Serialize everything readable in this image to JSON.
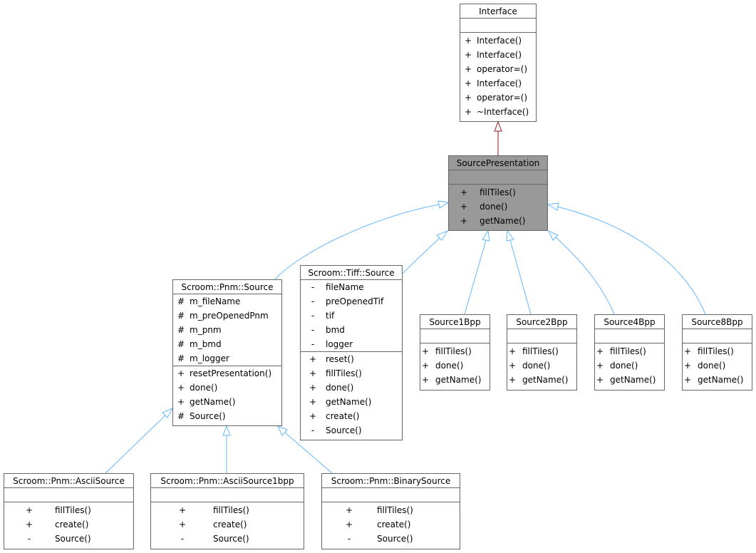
{
  "colors": {
    "inheritance_edge": "#63b8ff",
    "interface_edge": "#8b1a1a",
    "node_border": "#666666",
    "highlight_fill": "#999999"
  },
  "nodes": {
    "interface": {
      "title": "Interface",
      "members": [],
      "methods": [
        {
          "vis": "+",
          "name": "Interface()"
        },
        {
          "vis": "+",
          "name": "Interface()"
        },
        {
          "vis": "+",
          "name": "operator=()"
        },
        {
          "vis": "+",
          "name": "Interface()"
        },
        {
          "vis": "+",
          "name": "operator=()"
        },
        {
          "vis": "+",
          "name": "~Interface()"
        }
      ]
    },
    "source_presentation": {
      "title": "SourcePresentation",
      "members": [],
      "methods": [
        {
          "vis": "+",
          "name": "fillTiles()"
        },
        {
          "vis": "+",
          "name": "done()"
        },
        {
          "vis": "+",
          "name": "getName()"
        }
      ]
    },
    "pnm_source": {
      "title": "Scroom::Pnm::Source",
      "members": [
        {
          "vis": "#",
          "name": "m_fileName"
        },
        {
          "vis": "#",
          "name": "m_preOpenedPnm"
        },
        {
          "vis": "#",
          "name": "m_pnm"
        },
        {
          "vis": "#",
          "name": "m_bmd"
        },
        {
          "vis": "#",
          "name": "m_logger"
        }
      ],
      "methods": [
        {
          "vis": "+",
          "name": "resetPresentation()"
        },
        {
          "vis": "+",
          "name": "done()"
        },
        {
          "vis": "+",
          "name": "getName()"
        },
        {
          "vis": "#",
          "name": "Source()"
        }
      ]
    },
    "tiff_source": {
      "title": "Scroom::Tiff::Source",
      "members": [
        {
          "vis": "-",
          "name": "fileName"
        },
        {
          "vis": "-",
          "name": "preOpenedTif"
        },
        {
          "vis": "-",
          "name": "tif"
        },
        {
          "vis": "-",
          "name": "bmd"
        },
        {
          "vis": "-",
          "name": "logger"
        }
      ],
      "methods": [
        {
          "vis": "+",
          "name": "reset()"
        },
        {
          "vis": "+",
          "name": "fillTiles()"
        },
        {
          "vis": "+",
          "name": "done()"
        },
        {
          "vis": "+",
          "name": "getName()"
        },
        {
          "vis": "+",
          "name": "create()"
        },
        {
          "vis": "-",
          "name": "Source()"
        }
      ]
    },
    "source1bpp": {
      "title": "Source1Bpp",
      "members": [],
      "methods": [
        {
          "vis": "+",
          "name": "fillTiles()"
        },
        {
          "vis": "+",
          "name": "done()"
        },
        {
          "vis": "+",
          "name": "getName()"
        }
      ]
    },
    "source2bpp": {
      "title": "Source2Bpp",
      "members": [],
      "methods": [
        {
          "vis": "+",
          "name": "fillTiles()"
        },
        {
          "vis": "+",
          "name": "done()"
        },
        {
          "vis": "+",
          "name": "getName()"
        }
      ]
    },
    "source4bpp": {
      "title": "Source4Bpp",
      "members": [],
      "methods": [
        {
          "vis": "+",
          "name": "fillTiles()"
        },
        {
          "vis": "+",
          "name": "done()"
        },
        {
          "vis": "+",
          "name": "getName()"
        }
      ]
    },
    "source8bpp": {
      "title": "Source8Bpp",
      "members": [],
      "methods": [
        {
          "vis": "+",
          "name": "fillTiles()"
        },
        {
          "vis": "+",
          "name": "done()"
        },
        {
          "vis": "+",
          "name": "getName()"
        }
      ]
    },
    "ascii_source": {
      "title": "Scroom::Pnm::AsciiSource",
      "members": [],
      "methods": [
        {
          "vis": "+",
          "name": "fillTiles()"
        },
        {
          "vis": "+",
          "name": "create()"
        },
        {
          "vis": "-",
          "name": "Source()"
        }
      ]
    },
    "ascii_source_1bpp": {
      "title": "Scroom::Pnm::AsciiSource1bpp",
      "members": [],
      "methods": [
        {
          "vis": "+",
          "name": "fillTiles()"
        },
        {
          "vis": "+",
          "name": "create()"
        },
        {
          "vis": "-",
          "name": "Source()"
        }
      ]
    },
    "binary_source": {
      "title": "Scroom::Pnm::BinarySource",
      "members": [],
      "methods": [
        {
          "vis": "+",
          "name": "fillTiles()"
        },
        {
          "vis": "+",
          "name": "create()"
        },
        {
          "vis": "-",
          "name": "Source()"
        }
      ]
    }
  }
}
